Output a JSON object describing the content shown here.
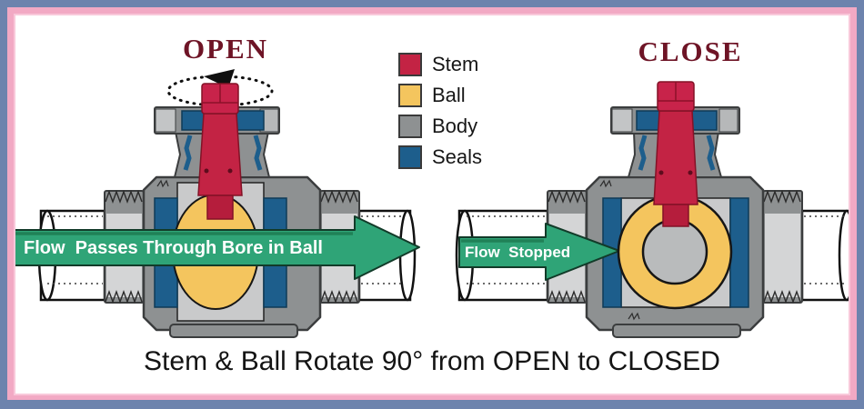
{
  "colors": {
    "canvas-bg": "#ffffff",
    "frame-outer": "#6d83ad",
    "frame-inner": "#f2a9c4",
    "title": "#6e1426",
    "caption": "#141414",
    "stem": "#c32344",
    "ball": "#f4c55e",
    "body": "#8e9192",
    "seals": "#1d5e8c",
    "arrow": "#2fa477"
  },
  "titles": {
    "open": "OPEN",
    "close": "CLOSE"
  },
  "legend": {
    "items": [
      {
        "label": "Stem",
        "color": "#c32344"
      },
      {
        "label": "Ball",
        "color": "#f4c55e"
      },
      {
        "label": "Body",
        "color": "#8e9192"
      },
      {
        "label": "Seals",
        "color": "#1d5e8c"
      }
    ]
  },
  "flow_labels": {
    "open": "Flow  Passes Through Bore in Ball",
    "close": "Flow  Stopped"
  },
  "caption": "Stem & Ball Rotate 90° from OPEN to CLOSED"
}
